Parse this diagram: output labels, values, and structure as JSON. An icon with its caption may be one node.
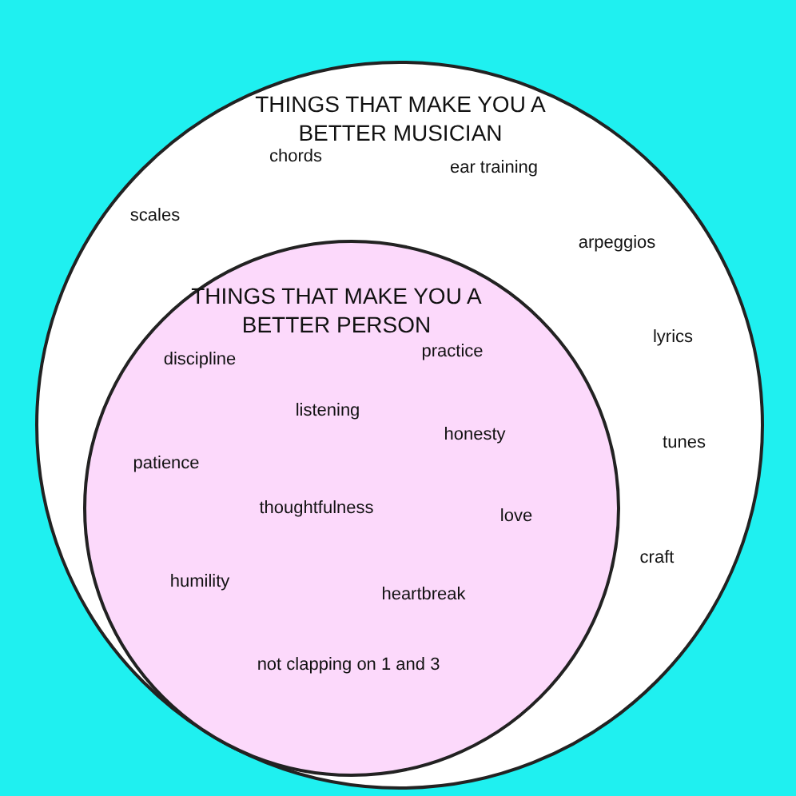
{
  "diagram": {
    "nodes": [
      {
        "text": [
          "THINGS THAT MAKE YOU A BETTER MUSICIAN"
        ]
      },
      {
        "text": [
          "THINGS THAT MAKE YOU A BETTER PERSON"
        ],
        "in": 0
      }
    ],
    "labels": [
      "chords",
      "ear training",
      "scales",
      "arpeggios",
      "discipline",
      "practice",
      "lyrics",
      "listening",
      "honesty",
      "patience",
      "tunes",
      "thoughtfulness",
      "love",
      "craft",
      "humility",
      "heartbreak",
      "not clapping on 1 and 3"
    ]
  }
}
